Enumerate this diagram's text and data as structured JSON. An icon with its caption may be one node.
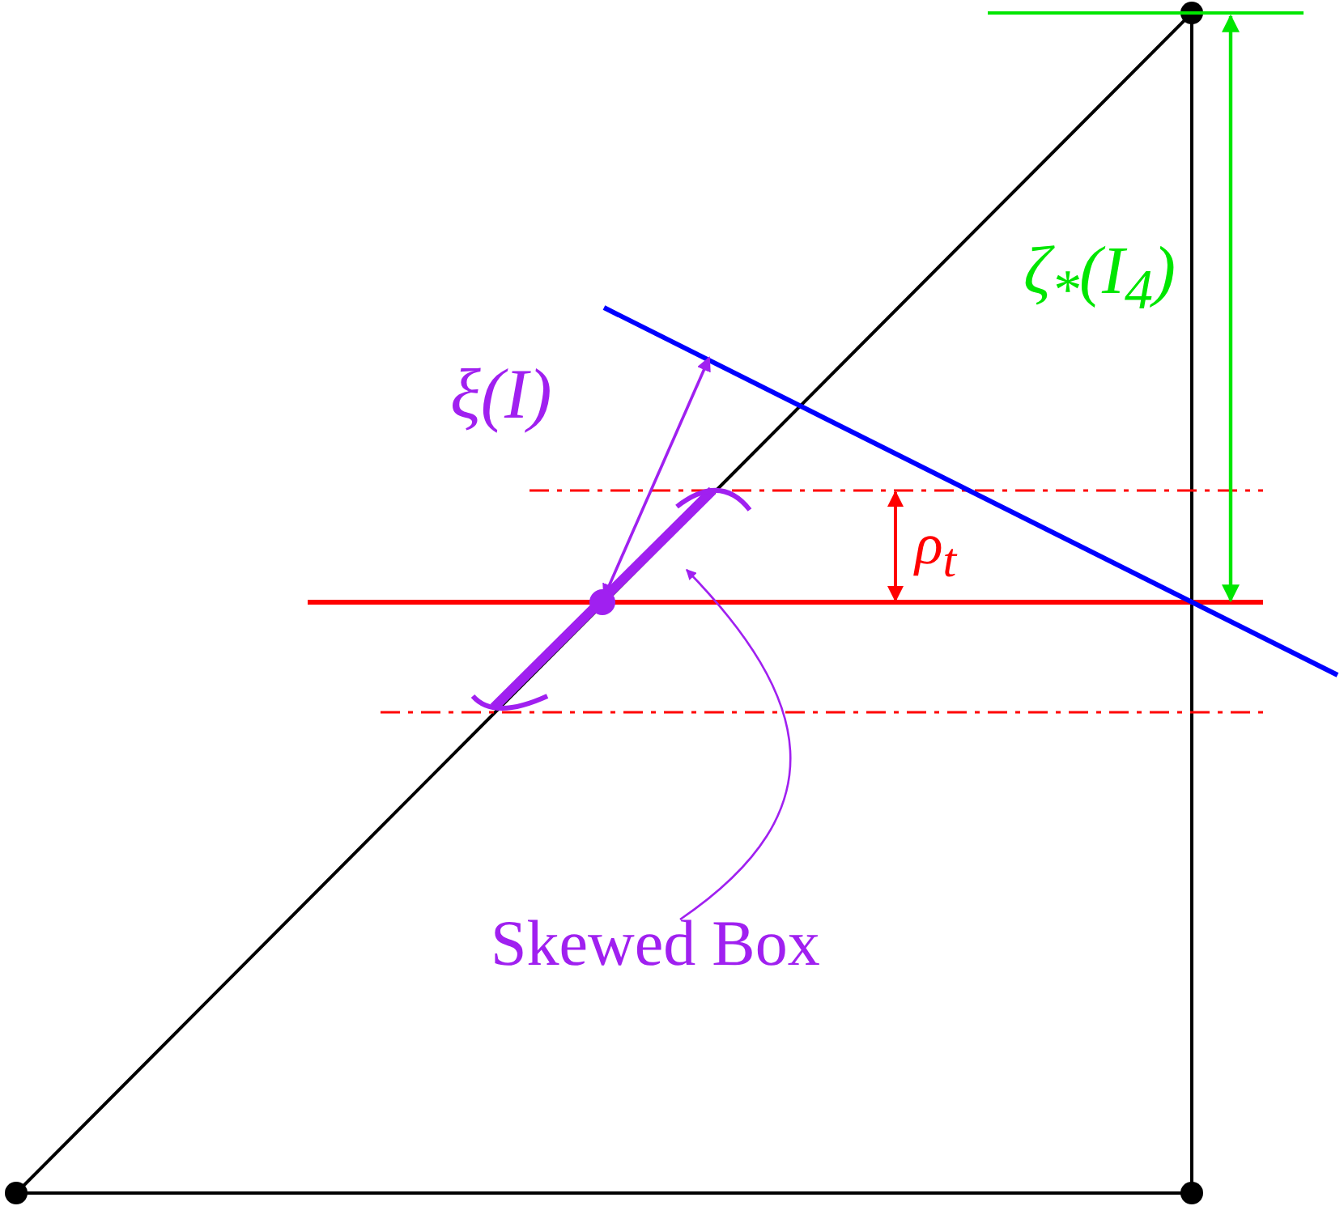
{
  "diagram": {
    "nodes": [
      {
        "text": [
          "Skewed Box"
        ]
      },
      {
        "text": [],
        "shape": "bar"
      }
    ],
    "edges": [
      {
        "from": 0,
        "to": 1,
        "arrow": "to"
      }
    ],
    "labels": [
      "ξ(*I*)",
      "ρ$_{t}$",
      "ζ$_{*}$(*I*$_{4}$)"
    ]
  }
}
